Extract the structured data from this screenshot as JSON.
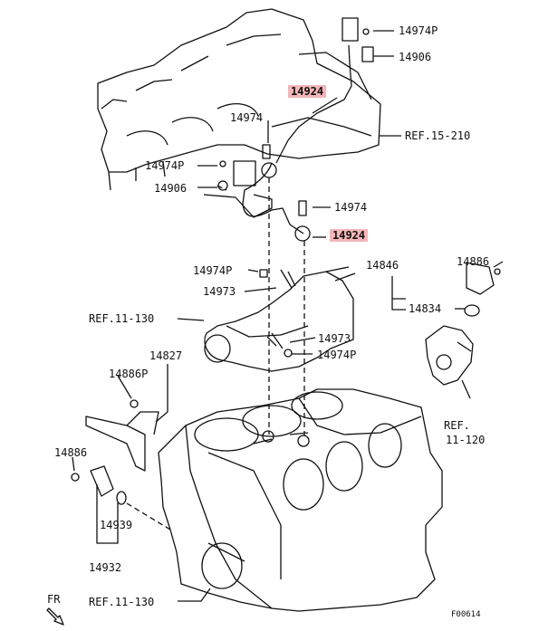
{
  "labels": {
    "p14974P_top": "14974P",
    "p14906_top": "14906",
    "p14924_top": "14924",
    "ref15_210": "REF.15-210",
    "p14974_a": "14974",
    "p14974P_left": "14974P",
    "p14906_left": "14906",
    "p14974_b": "14974",
    "p14924_mid": "14924",
    "p14974P_mid": "14974P",
    "p14973_a": "14973",
    "p14846": "14846",
    "p14886_r": "14886",
    "p14834": "14834",
    "ref11_130_a": "REF.11-130",
    "p14973_b": "14973",
    "p14974P_b": "14974P",
    "p14827": "14827",
    "p14886P": "14886P",
    "ref11_120_a": "REF.",
    "ref11_120_b": "11-120",
    "p14886_l": "14886",
    "p14939": "14939",
    "p14932": "14932",
    "fr": "FR",
    "ref11_130_b": "REF.11-130",
    "figure_code": "F00614"
  },
  "colors": {
    "line": "#111111",
    "highlight": "#f4b6b9"
  }
}
